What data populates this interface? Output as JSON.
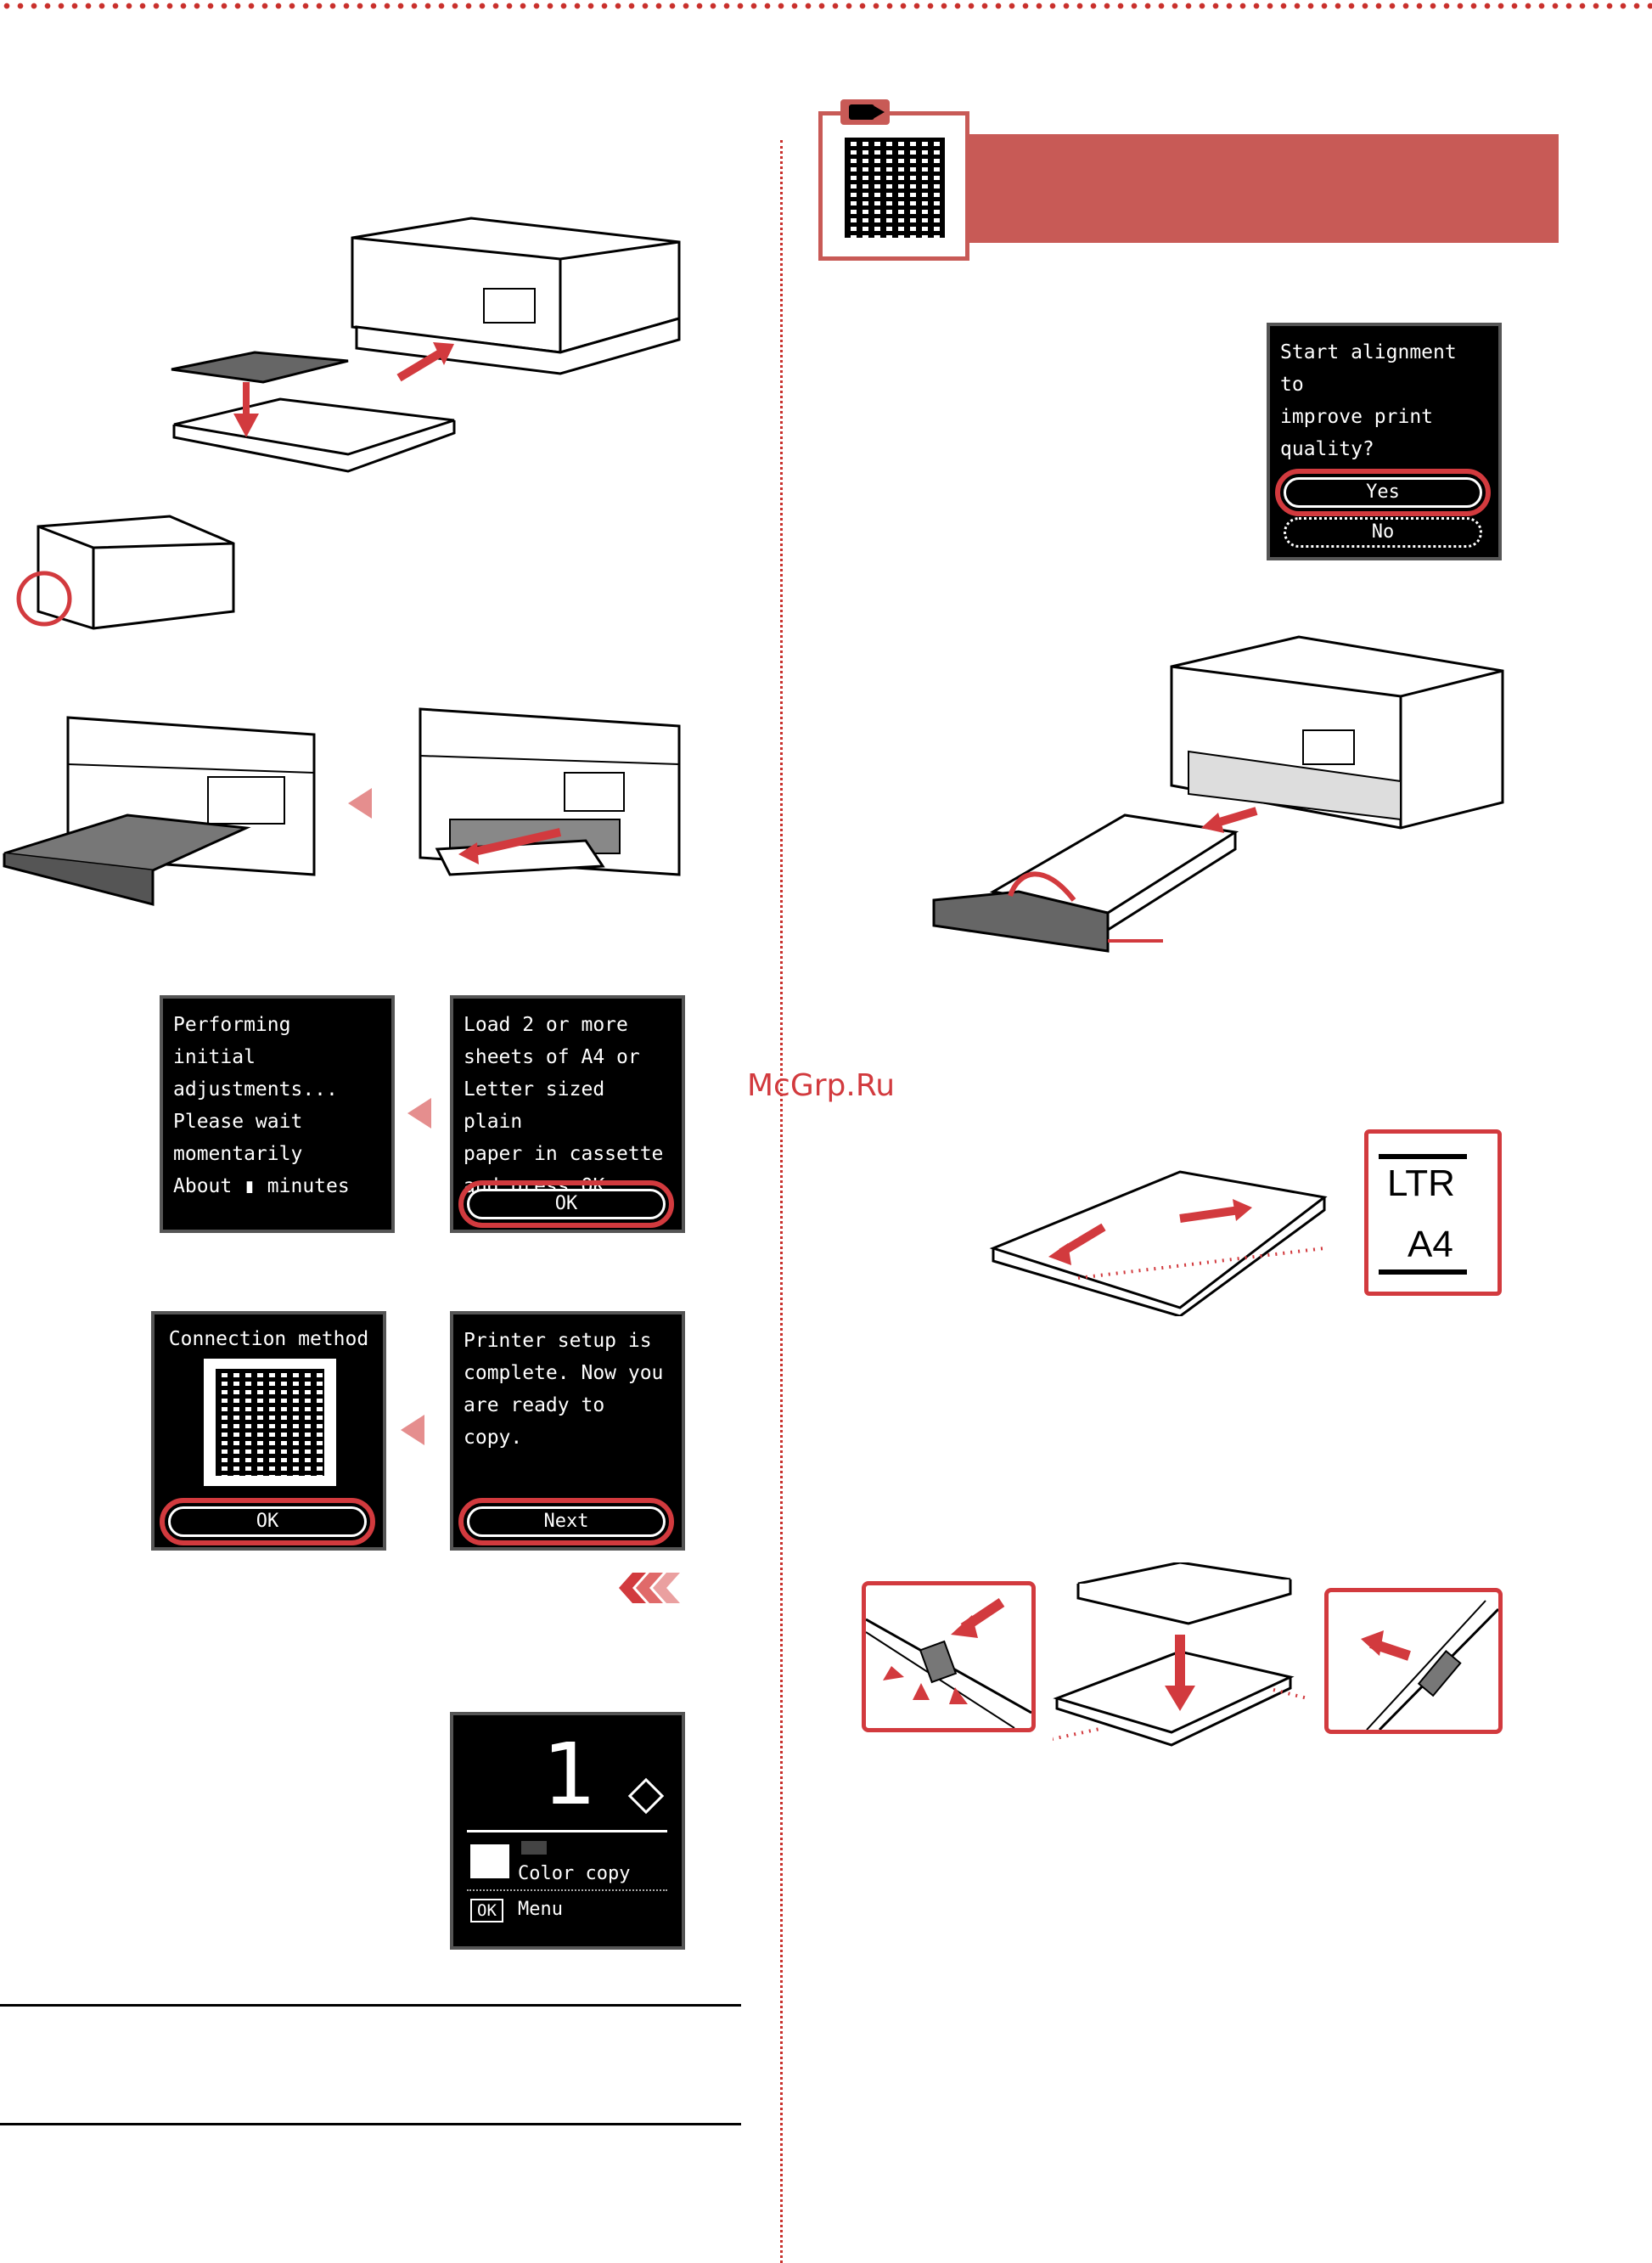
{
  "watermark": "McGrp.Ru",
  "screens": {
    "perform_init": {
      "lines": "Performing initial\nadjustments...\nPlease wait\nmomentarily\nAbout ▮ minutes"
    },
    "load_paper": {
      "lines": "Load 2 or more\nsheets of A4 or\nLetter sized plain\npaper in cassette\nand press OK.",
      "button": "OK"
    },
    "connection": {
      "title": "Connection method",
      "button": "OK"
    },
    "setup_complete": {
      "lines": "Printer setup is\ncomplete. Now you\nare ready to copy.",
      "button": "Next"
    },
    "copy_home": {
      "copies": "1",
      "mode": "Color copy",
      "ok_key": "OK",
      "menu": "Menu"
    },
    "alignment": {
      "lines": "Start alignment to\nimprove print\nquality?",
      "yes": "Yes",
      "no": "No"
    }
  },
  "paper_sizes": {
    "top": "LTR",
    "bottom": "A4"
  },
  "colors": {
    "accent": "#c9302c",
    "banner": "#c85a56",
    "arrow": "#e58e8e"
  }
}
